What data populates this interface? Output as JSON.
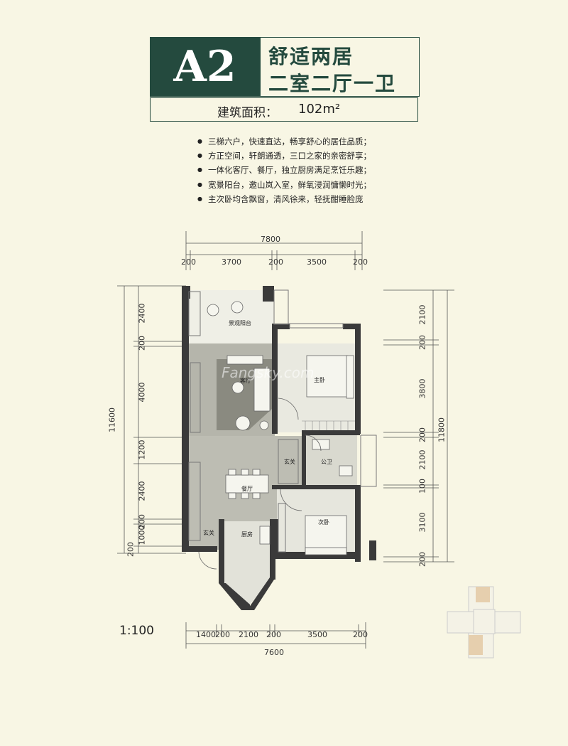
{
  "header": {
    "unit_code": "A2",
    "line1": "舒适两居",
    "line2": "二室二厅一卫",
    "area_label": "建筑面积：",
    "area_value": "102m²"
  },
  "features": [
    "三梯六户，快速直达，畅享舒心的居住品质；",
    "方正空间，轩朗通透，三口之家的亲密舒享；",
    "一体化客厅、餐厅，独立厨房满足烹饪乐趣；",
    "宽景阳台，邀山岚入室，鲜氧浸润慵懒时光；",
    "主次卧均含飘窗，清风徐来，轻抚酣睡脸庞"
  ],
  "dimensions": {
    "top_total": "7800",
    "top": [
      "200",
      "3700",
      "200",
      "3500",
      "200"
    ],
    "bottom": [
      "1400",
      "200",
      "2100",
      "200",
      "3500",
      "200"
    ],
    "bottom_total": "7600",
    "left_total": "11600",
    "left": [
      "2400",
      "200",
      "4000",
      "1200",
      "2400",
      "200",
      "1000",
      "200"
    ],
    "right_total": "11800",
    "right": [
      "2100",
      "200",
      "3800",
      "200",
      "2100",
      "100",
      "3100",
      "200"
    ]
  },
  "rooms": {
    "balcony": "景观阳台",
    "living": "客厅",
    "master": "主卧",
    "foyer_mid": "玄关",
    "bath": "公卫",
    "dining": "餐厅",
    "second": "次卧",
    "foyer": "玄关",
    "kitchen": "厨房"
  },
  "scale": "1:100",
  "watermark": "Fangsky.com",
  "colors": {
    "brand_green": "#244a3e",
    "background": "#f8f6e4",
    "wall": "#3a3a3a",
    "floor_gray": "#b5b5ab",
    "rug": "#8a8a80"
  }
}
